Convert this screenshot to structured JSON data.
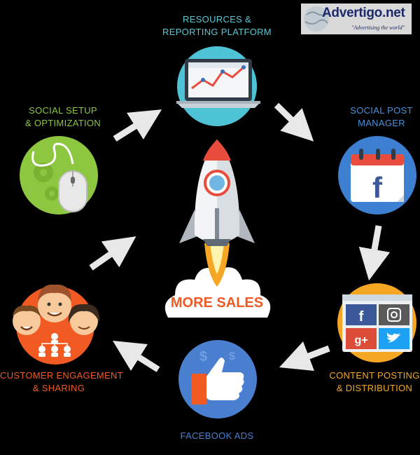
{
  "watermark": {
    "title": "Advertigo.net",
    "tagline": "\"Advertising  the world\""
  },
  "center": {
    "title": "MORE SALES"
  },
  "steps": [
    {
      "id": "resources",
      "line1": "RESOURCES &",
      "line2": "REPORTING PLATFORM",
      "color": "#5bc8d6",
      "icon": "laptop-chart-icon"
    },
    {
      "id": "social-post",
      "line1": "SOCIAL POST",
      "line2": "MANAGER",
      "color": "#4a90d9",
      "icon": "facebook-calendar-icon"
    },
    {
      "id": "content",
      "line1": "CONTENT POSTING",
      "line2": "& DISTRIBUTION",
      "color": "#f5a623",
      "icon": "social-grid-icon"
    },
    {
      "id": "facebook-ads",
      "line1": "FACEBOOK ADS",
      "line2": "",
      "color": "#4a7fd0",
      "icon": "thumbs-up-icon"
    },
    {
      "id": "customer",
      "line1": "CUSTOMER ENGAGEMENT",
      "line2": "& SHARING",
      "color": "#f15a22",
      "icon": "people-icon"
    },
    {
      "id": "social-setup",
      "line1": "SOCIAL SETUP",
      "line2": "& OPTIMIZATION",
      "color": "#8dc63f",
      "icon": "mouse-gear-icon"
    }
  ]
}
